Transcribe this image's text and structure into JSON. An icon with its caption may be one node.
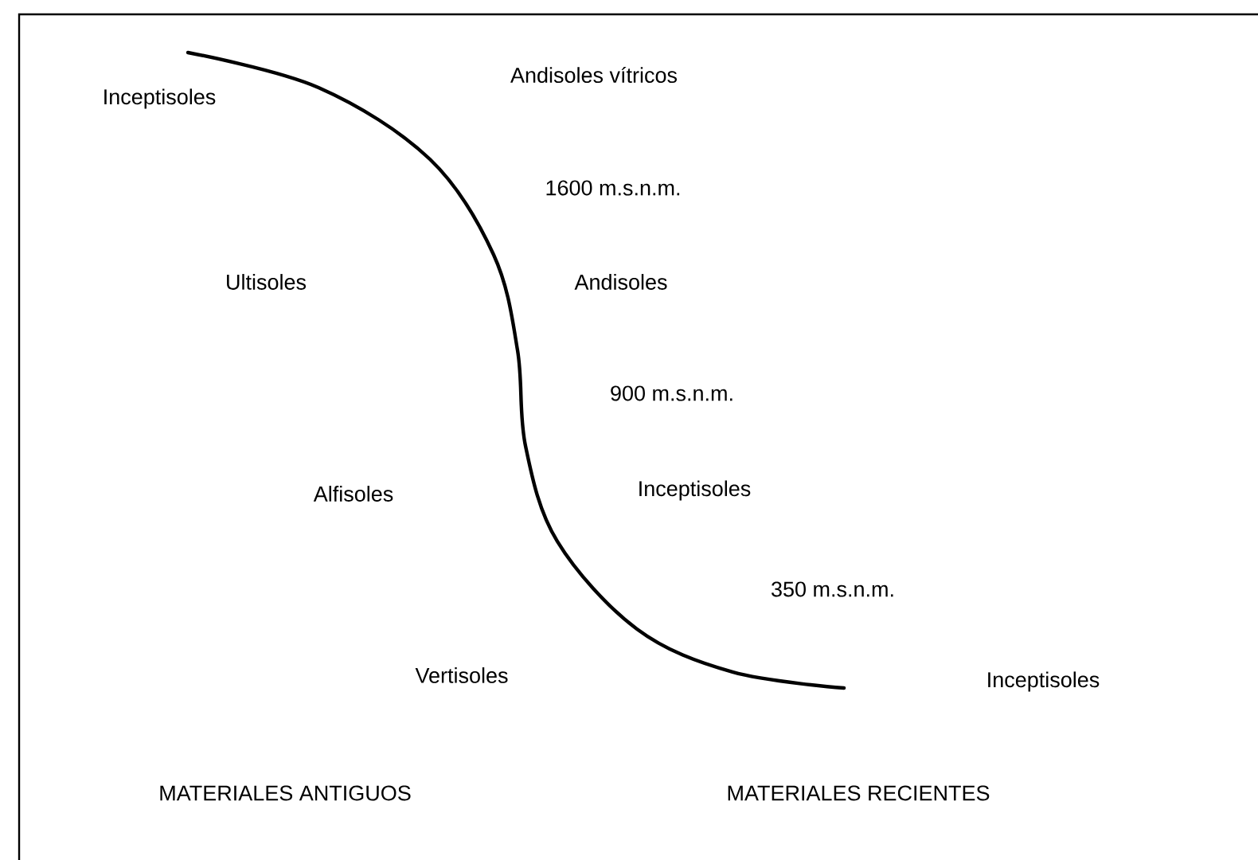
{
  "diagram": {
    "labels": [
      "Inceptisoles",
      "Andisoles vítricos",
      "1600 m.s.n.m.",
      "Ultisoles",
      "Andisoles",
      "900 m.s.n.m.",
      "Alfisoles",
      "Inceptisoles",
      "350 m.s.n.m.",
      "Vertisoles",
      "Inceptisoles",
      "MATERIALES ANTIGUOS",
      "MATERIALES RECIENTES"
    ]
  }
}
